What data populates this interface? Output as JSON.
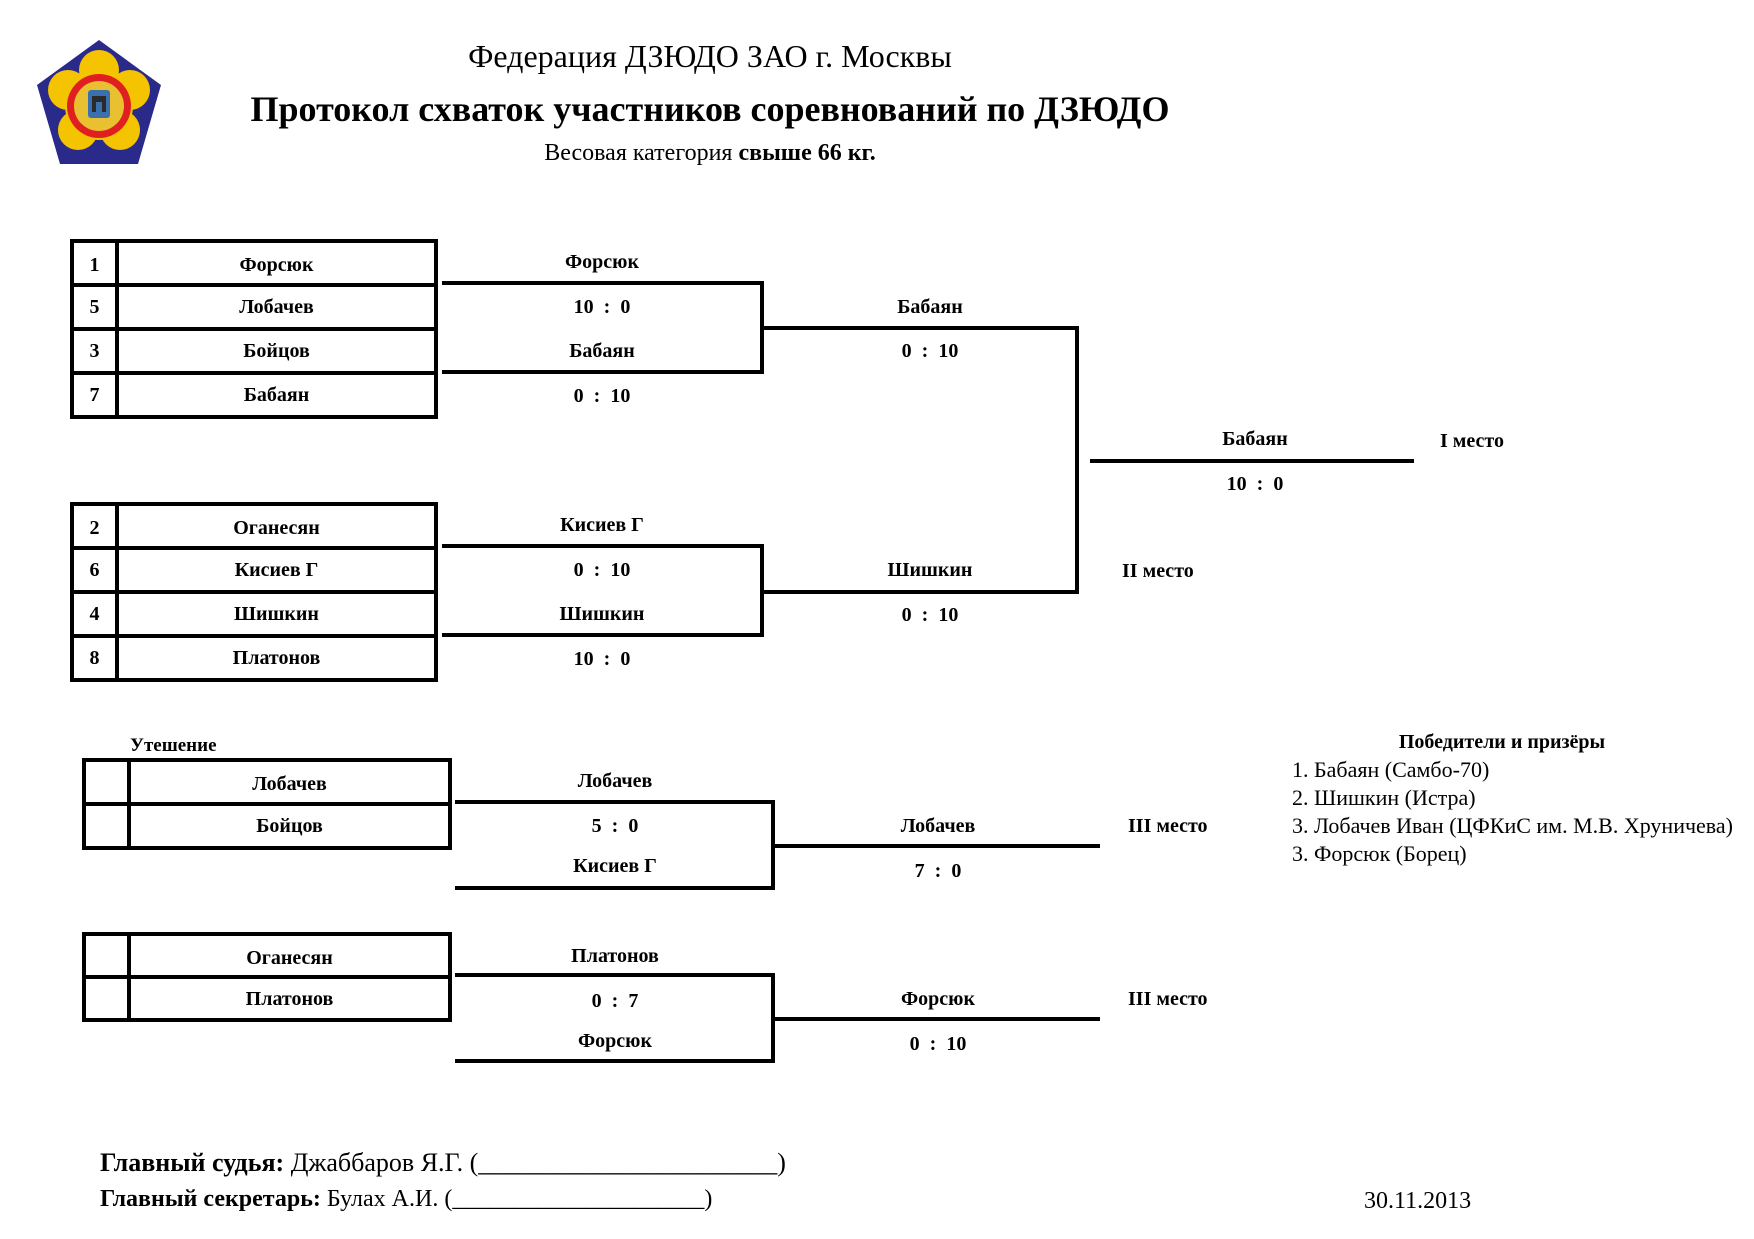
{
  "header": {
    "federation": "Федерация ДЗЮДО ЗАО г. Москвы",
    "title": "Протокол схваток участников соревнований по ДЗЮДО",
    "weight_prefix": "Весовая категория",
    "weight_value": "свыше 66 кг."
  },
  "logo": {
    "icon": "federation-emblem",
    "colors": {
      "outer": "#2a2a8a",
      "petals": "#f5c400",
      "ring": "#e02020",
      "shield": "#3a6fb0"
    }
  },
  "pool_a": {
    "seeds": [
      {
        "num": "1",
        "name": "Форсюк"
      },
      {
        "num": "5",
        "name": "Лобачев"
      },
      {
        "num": "3",
        "name": "Бойцов"
      },
      {
        "num": "7",
        "name": "Бабаян"
      }
    ],
    "round1": [
      {
        "winner": "Форсюк",
        "score": "10  :  0"
      },
      {
        "winner": "Бабаян",
        "score": "0  :  10"
      }
    ],
    "semifinal": {
      "winner": "Бабаян",
      "score": "0  :  10"
    }
  },
  "pool_b": {
    "seeds": [
      {
        "num": "2",
        "name": "Оганесян"
      },
      {
        "num": "6",
        "name": "Кисиев Г"
      },
      {
        "num": "4",
        "name": "Шишкин"
      },
      {
        "num": "8",
        "name": "Платонов"
      }
    ],
    "round1": [
      {
        "winner": "Кисиев Г",
        "score": "0  :  10"
      },
      {
        "winner": "Шишкин",
        "score": "10  :  0"
      }
    ],
    "semifinal": {
      "winner": "Шишкин",
      "score": "0  :  10"
    }
  },
  "final": {
    "winner": "Бабаян",
    "score": "10  :  0",
    "first_place": "I место",
    "second_place": "II место"
  },
  "consolation": {
    "label": "Утешение",
    "brackets": [
      {
        "players": [
          "Лобачев",
          "Бойцов"
        ],
        "round1": {
          "winner": "Лобачев",
          "score": "5  :  0"
        },
        "opponent": "Кисиев Г",
        "final": {
          "winner": "Лобачев",
          "score": "7  :  0"
        },
        "place": "III место"
      },
      {
        "players": [
          "Оганесян",
          "Платонов"
        ],
        "round1": {
          "winner": "Платонов",
          "score": "0  :  7"
        },
        "opponent": "Форсюк",
        "final": {
          "winner": "Форсюк",
          "score": "0  :  10"
        },
        "place": "III место"
      }
    ]
  },
  "winners": {
    "heading": "Победители и призёры",
    "list": [
      "1. Бабаян (Самбо-70)",
      "2. Шишкин (Истра)",
      "3. Лобачев Иван (ЦФКиС им. М.В. Хруничева)",
      "3. Форсюк (Борец)"
    ]
  },
  "footer": {
    "judge_label": "Главный судья:",
    "judge_value": "Джаббаров Я.Г. (_______________________)",
    "secretary_label": "Главный секретарь:",
    "secretary_value": "Булах А.И. (_____________________)",
    "date": "30.11.2013"
  }
}
